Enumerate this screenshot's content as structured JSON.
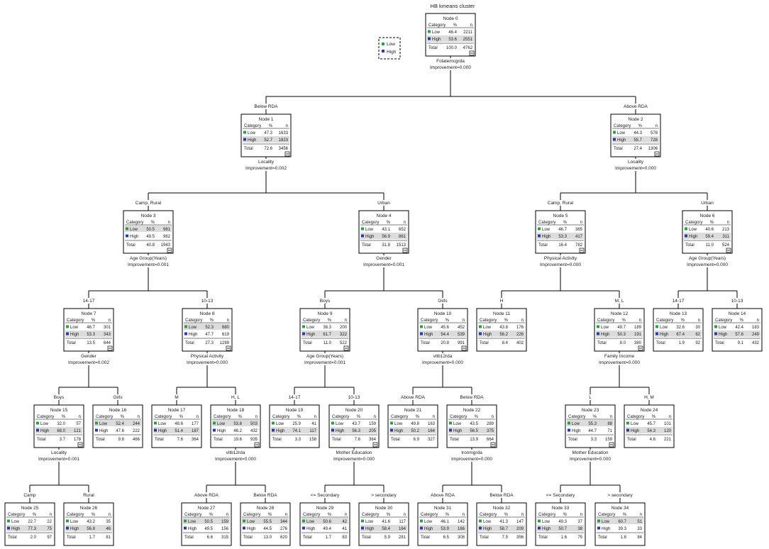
{
  "title": "HB kmeans cluster",
  "legend": [
    {
      "label": "Low",
      "color": "#2e9b4a"
    },
    {
      "label": "High",
      "color": "#2b3c9c"
    }
  ],
  "table_header": {
    "category": "Category",
    "percent": "%",
    "n": "n"
  },
  "total_label": "Total",
  "nodes": [
    {
      "id": "0",
      "title": "Node 0",
      "rows": [
        [
          "Low",
          "46.4",
          "2211"
        ],
        [
          "High",
          "53.6",
          "2551"
        ]
      ],
      "total": [
        "100.0",
        "4762"
      ],
      "split_var": "Folatemcgrda",
      "improvement": "Improvement=0.000"
    },
    {
      "id": "1",
      "title": "Node 1",
      "rows": [
        [
          "Low",
          "47.3",
          "1633"
        ],
        [
          "High",
          "52.7",
          "1823"
        ]
      ],
      "total": [
        "72.6",
        "3456"
      ],
      "edge_label": "Below RDA",
      "split_var": "Locality",
      "improvement": "Improvement=0.002"
    },
    {
      "id": "2",
      "title": "Node 2",
      "rows": [
        [
          "Low",
          "44.3",
          "578"
        ],
        [
          "High",
          "55.7",
          "728"
        ]
      ],
      "total": [
        "27.4",
        "1306"
      ],
      "edge_label": "Above RDA",
      "split_var": "Locality",
      "improvement": "Improvement=0.000"
    },
    {
      "id": "3",
      "title": "Node 3",
      "rows": [
        [
          "Low",
          "50.5",
          "981"
        ],
        [
          "High",
          "49.5",
          "962"
        ]
      ],
      "total": [
        "40.8",
        "1943"
      ],
      "edge_label": "Camp, Rural",
      "split_var": "Age Group(Years)",
      "improvement": "Improvement=0.001"
    },
    {
      "id": "4",
      "title": "Node 4",
      "rows": [
        [
          "Low",
          "43.1",
          "652"
        ],
        [
          "High",
          "56.9",
          "861"
        ]
      ],
      "total": [
        "31.8",
        "1513"
      ],
      "edge_label": "Urban",
      "split_var": "Gender",
      "improvement": "Improvement=0.001"
    },
    {
      "id": "5",
      "title": "Node 5",
      "rows": [
        [
          "Low",
          "46.7",
          "365"
        ],
        [
          "High",
          "53.3",
          "417"
        ]
      ],
      "total": [
        "16.4",
        "782"
      ],
      "edge_label": "Camp, Rural",
      "split_var": "Physical Activity",
      "improvement": "Improvement=0.000"
    },
    {
      "id": "6",
      "title": "Node 6",
      "rows": [
        [
          "Low",
          "40.6",
          "213"
        ],
        [
          "High",
          "59.4",
          "311"
        ]
      ],
      "total": [
        "11.0",
        "524"
      ],
      "edge_label": "Urban",
      "split_var": "Age Group(Years)",
      "improvement": "Improvement=0.000"
    },
    {
      "id": "7",
      "title": "Node 7",
      "rows": [
        [
          "Low",
          "46.7",
          "301"
        ],
        [
          "High",
          "53.3",
          "343"
        ]
      ],
      "total": [
        "13.5",
        "644"
      ],
      "edge_label": "14-17",
      "split_var": "Gender",
      "improvement": "Improvement=0.002"
    },
    {
      "id": "8",
      "title": "Node 8",
      "rows": [
        [
          "Low",
          "52.3",
          "680"
        ],
        [
          "High",
          "47.7",
          "619"
        ]
      ],
      "total": [
        "27.3",
        "1299"
      ],
      "edge_label": "10-13",
      "split_var": "Physical Activity",
      "improvement": "Improvement=0.000"
    },
    {
      "id": "9",
      "title": "Node 9",
      "rows": [
        [
          "Low",
          "38.3",
          "200"
        ],
        [
          "High",
          "61.7",
          "322"
        ]
      ],
      "total": [
        "11.0",
        "522"
      ],
      "edge_label": "Boys",
      "split_var": "Age Group(Years)",
      "improvement": "Improvement=0.001"
    },
    {
      "id": "10",
      "title": "Node 10",
      "rows": [
        [
          "Low",
          "45.6",
          "452"
        ],
        [
          "High",
          "54.4",
          "539"
        ]
      ],
      "total": [
        "20.8",
        "991"
      ],
      "edge_label": "Girls",
      "split_var": "vitb12rda",
      "improvement": "Improvement=0.000"
    },
    {
      "id": "11",
      "title": "Node 11",
      "rows": [
        [
          "Low",
          "43.8",
          "176"
        ],
        [
          "High",
          "56.2",
          "226"
        ]
      ],
      "total": [
        "8.4",
        "402"
      ],
      "edge_label": "H"
    },
    {
      "id": "12",
      "title": "Node 12",
      "rows": [
        [
          "Low",
          "49.7",
          "189"
        ],
        [
          "High",
          "50.3",
          "191"
        ]
      ],
      "total": [
        "8.0",
        "380"
      ],
      "edge_label": "M, L",
      "split_var": "Family Income",
      "improvement": "Improvement=0.000"
    },
    {
      "id": "13",
      "title": "Node 13",
      "rows": [
        [
          "Low",
          "32.6",
          "30"
        ],
        [
          "High",
          "67.4",
          "62"
        ]
      ],
      "total": [
        "1.9",
        "92"
      ],
      "edge_label": "14-17"
    },
    {
      "id": "14",
      "title": "Node 14",
      "rows": [
        [
          "Low",
          "42.4",
          "183"
        ],
        [
          "High",
          "57.6",
          "249"
        ]
      ],
      "total": [
        "9.1",
        "432"
      ],
      "edge_label": "10-13"
    },
    {
      "id": "15",
      "title": "Node 15",
      "rows": [
        [
          "Low",
          "32.0",
          "57"
        ],
        [
          "High",
          "68.0",
          "121"
        ]
      ],
      "total": [
        "3.7",
        "178"
      ],
      "edge_label": "Boys",
      "split_var": "Locality",
      "improvement": "Improvement=0.001"
    },
    {
      "id": "16",
      "title": "Node 16",
      "rows": [
        [
          "Low",
          "52.4",
          "244"
        ],
        [
          "High",
          "47.6",
          "222"
        ]
      ],
      "total": [
        "9.8",
        "466"
      ],
      "edge_label": "Girls"
    },
    {
      "id": "17",
      "title": "Node 17",
      "rows": [
        [
          "Low",
          "48.6",
          "177"
        ],
        [
          "High",
          "51.4",
          "187"
        ]
      ],
      "total": [
        "7.6",
        "364"
      ],
      "edge_label": "M"
    },
    {
      "id": "18",
      "title": "Node 18",
      "rows": [
        [
          "Low",
          "53.8",
          "503"
        ],
        [
          "High",
          "46.2",
          "432"
        ]
      ],
      "total": [
        "19.6",
        "935"
      ],
      "edge_label": "H, L",
      "split_var": "vitb12rda",
      "improvement": "Improvement=0.000"
    },
    {
      "id": "19",
      "title": "Node 19",
      "rows": [
        [
          "Low",
          "25.9",
          "41"
        ],
        [
          "High",
          "74.1",
          "117"
        ]
      ],
      "total": [
        "3.3",
        "158"
      ],
      "edge_label": "14-17"
    },
    {
      "id": "20",
      "title": "Node 20",
      "rows": [
        [
          "Low",
          "43.7",
          "159"
        ],
        [
          "High",
          "56.3",
          "205"
        ]
      ],
      "total": [
        "7.6",
        "364"
      ],
      "edge_label": "10-13",
      "split_var": "Mother Education",
      "improvement": "Improvement=0.000"
    },
    {
      "id": "21",
      "title": "Node 21",
      "rows": [
        [
          "Low",
          "49.8",
          "163"
        ],
        [
          "High",
          "50.2",
          "164"
        ]
      ],
      "total": [
        "6.9",
        "327"
      ],
      "edge_label": "Above RDA"
    },
    {
      "id": "22",
      "title": "Node 22",
      "rows": [
        [
          "Low",
          "43.5",
          "289"
        ],
        [
          "High",
          "56.5",
          "375"
        ]
      ],
      "total": [
        "13.9",
        "664"
      ],
      "edge_label": "Below RDA",
      "split_var": "Ironmgrda",
      "improvement": "Improvement=0.000"
    },
    {
      "id": "23",
      "title": "Node 23",
      "rows": [
        [
          "Low",
          "55.3",
          "88"
        ],
        [
          "High",
          "44.7",
          "71"
        ]
      ],
      "total": [
        "3.3",
        "159"
      ],
      "edge_label": "L",
      "split_var": "Mother Education",
      "improvement": "Improvement=0.000"
    },
    {
      "id": "24",
      "title": "Node 24",
      "rows": [
        [
          "Low",
          "45.7",
          "101"
        ],
        [
          "High",
          "54.3",
          "120"
        ]
      ],
      "total": [
        "4.6",
        "221"
      ],
      "edge_label": "H, M"
    },
    {
      "id": "25",
      "title": "Node 25",
      "rows": [
        [
          "Low",
          "22.7",
          "22"
        ],
        [
          "High",
          "77.3",
          "75"
        ]
      ],
      "total": [
        "2.0",
        "97"
      ],
      "edge_label": "Camp"
    },
    {
      "id": "26",
      "title": "Node 26",
      "rows": [
        [
          "Low",
          "43.2",
          "35"
        ],
        [
          "High",
          "56.8",
          "46"
        ]
      ],
      "total": [
        "1.7",
        "81"
      ],
      "edge_label": "Rural"
    },
    {
      "id": "27",
      "title": "Node 27",
      "rows": [
        [
          "Low",
          "50.5",
          "159"
        ],
        [
          "High",
          "49.5",
          "156"
        ]
      ],
      "total": [
        "6.6",
        "315"
      ],
      "edge_label": "Above RDA"
    },
    {
      "id": "28",
      "title": "Node 28",
      "rows": [
        [
          "Low",
          "55.5",
          "344"
        ],
        [
          "High",
          "44.5",
          "276"
        ]
      ],
      "total": [
        "13.0",
        "620"
      ],
      "edge_label": "Below RDA"
    },
    {
      "id": "29",
      "title": "Node 29",
      "rows": [
        [
          "Low",
          "50.6",
          "42"
        ],
        [
          "High",
          "49.4",
          "41"
        ]
      ],
      "total": [
        "1.7",
        "83"
      ],
      "edge_label": "<= Secondary"
    },
    {
      "id": "30",
      "title": "Node 30",
      "rows": [
        [
          "Low",
          "41.6",
          "117"
        ],
        [
          "High",
          "58.4",
          "164"
        ]
      ],
      "total": [
        "5.9",
        "281"
      ],
      "edge_label": "> secondary"
    },
    {
      "id": "31",
      "title": "Node 31",
      "rows": [
        [
          "Low",
          "46.1",
          "142"
        ],
        [
          "High",
          "53.9",
          "166"
        ]
      ],
      "total": [
        "6.5",
        "308"
      ],
      "edge_label": "Above RDA"
    },
    {
      "id": "32",
      "title": "Node 32",
      "rows": [
        [
          "Low",
          "41.3",
          "147"
        ],
        [
          "High",
          "58.7",
          "209"
        ]
      ],
      "total": [
        "7.5",
        "356"
      ],
      "edge_label": "Below RDA"
    },
    {
      "id": "33",
      "title": "Node 33",
      "rows": [
        [
          "Low",
          "49.3",
          "37"
        ],
        [
          "High",
          "50.7",
          "38"
        ]
      ],
      "total": [
        "1.6",
        "75"
      ],
      "edge_label": "<= Secondary"
    },
    {
      "id": "34",
      "title": "Node 34",
      "rows": [
        [
          "Low",
          "60.7",
          "51"
        ],
        [
          "High",
          "39.3",
          "33"
        ]
      ],
      "total": [
        "1.8",
        "84"
      ],
      "edge_label": "> secondary"
    }
  ]
}
